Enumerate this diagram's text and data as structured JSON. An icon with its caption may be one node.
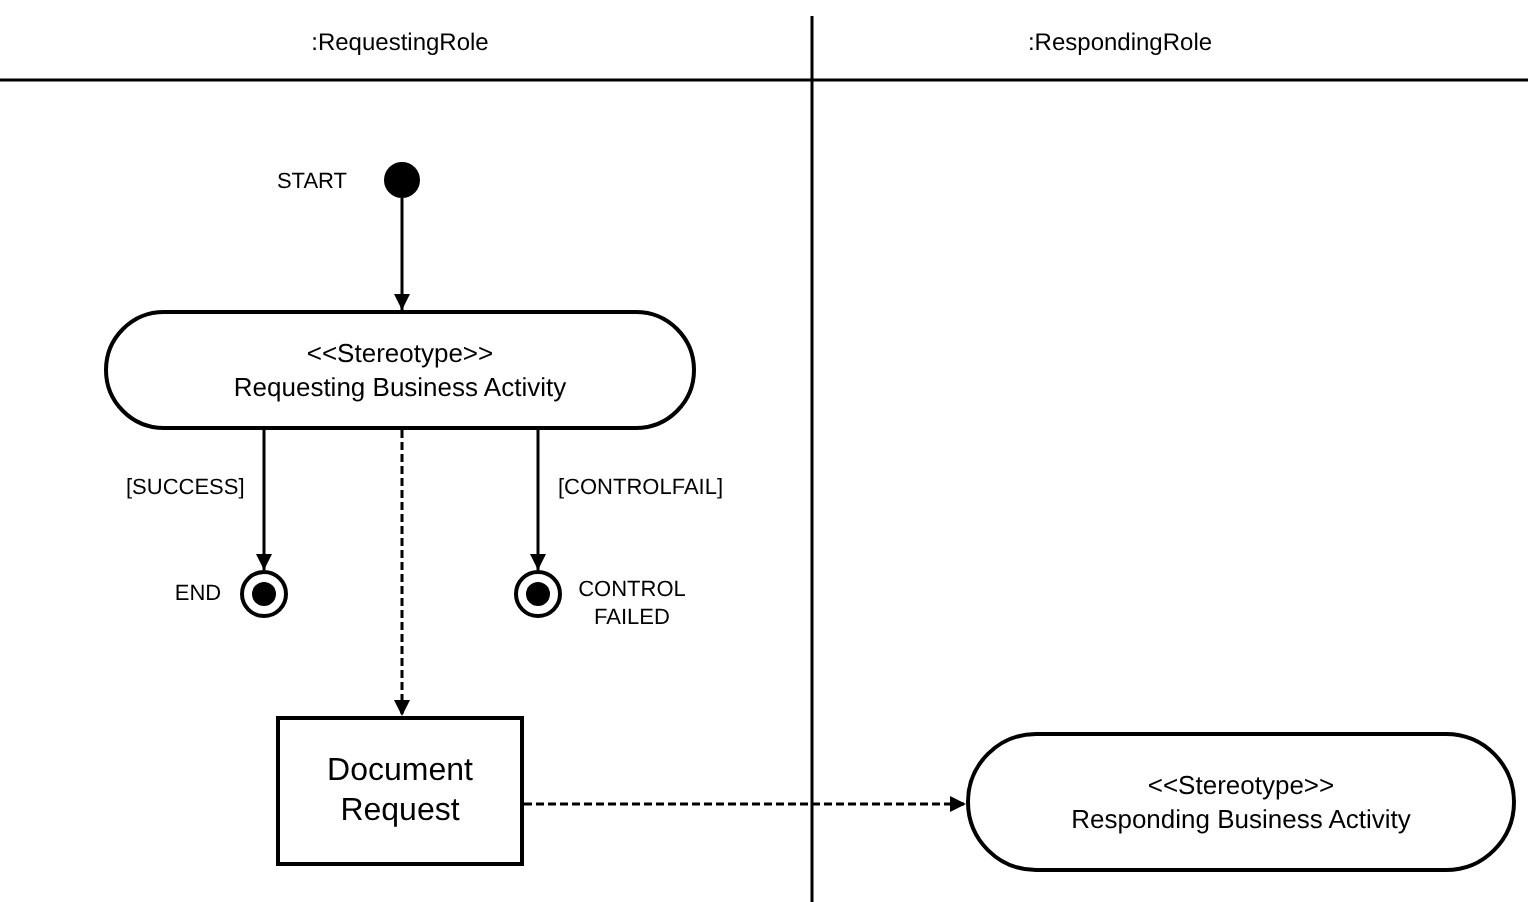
{
  "diagram": {
    "nodes": [
      {
        "text": [],
        "shape": "circle",
        "beside": [
          "START"
        ]
      },
      {
        "text": [
          "<<Stereotype>>",
          "Requesting Business Activity"
        ]
      },
      {
        "text": [],
        "shape": "circle",
        "beside": [
          "END"
        ]
      },
      {
        "text": [],
        "shape": "circle",
        "beside": [
          "CONTROL FAILED"
        ]
      },
      {
        "text": [
          "Document Request"
        ]
      },
      {
        "text": [
          "<<Stereotype>>",
          "Responding Business Activity"
        ]
      }
    ],
    "edges": [
      {
        "from": 0,
        "to": 1,
        "arrow": "to"
      },
      {
        "from": 1,
        "to": 2,
        "arrow": "to",
        "label": "[SUCCESS]"
      },
      {
        "from": 1,
        "to": 3,
        "arrow": "to",
        "label": "[CONTROLFAIL]"
      },
      {
        "from": 1,
        "to": 4,
        "arrow": "to",
        "style": "dashed"
      },
      {
        "from": 4,
        "to": 5,
        "arrow": "to",
        "style": "dashed"
      }
    ],
    "labels": [
      ":RequestingRole",
      ":RespondingRole"
    ]
  }
}
